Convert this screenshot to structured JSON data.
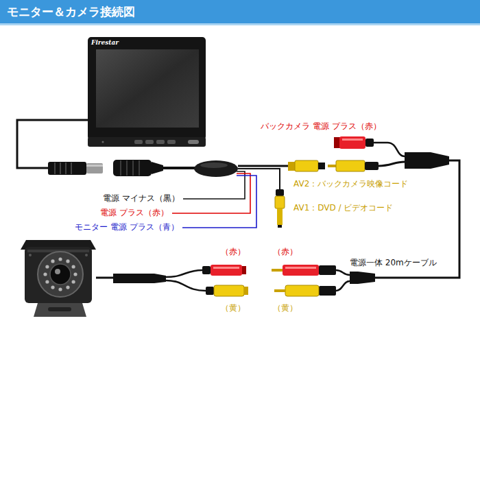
{
  "diagram": {
    "title": "モニター＆カメラ接続図",
    "labels": [
      "Firestar",
      "バックカメラ 電源 プラス（赤）",
      "AV2：バックカメラ映像コード",
      "電源 マイナス（黒）",
      "AV1：DVD / ビデオコード",
      "電源 プラス（赤）",
      "モニター 電源 プラス（青）",
      "（赤）",
      "（赤）",
      "電源一体 20mケーブル",
      "（黄）",
      "（黄）"
    ]
  }
}
